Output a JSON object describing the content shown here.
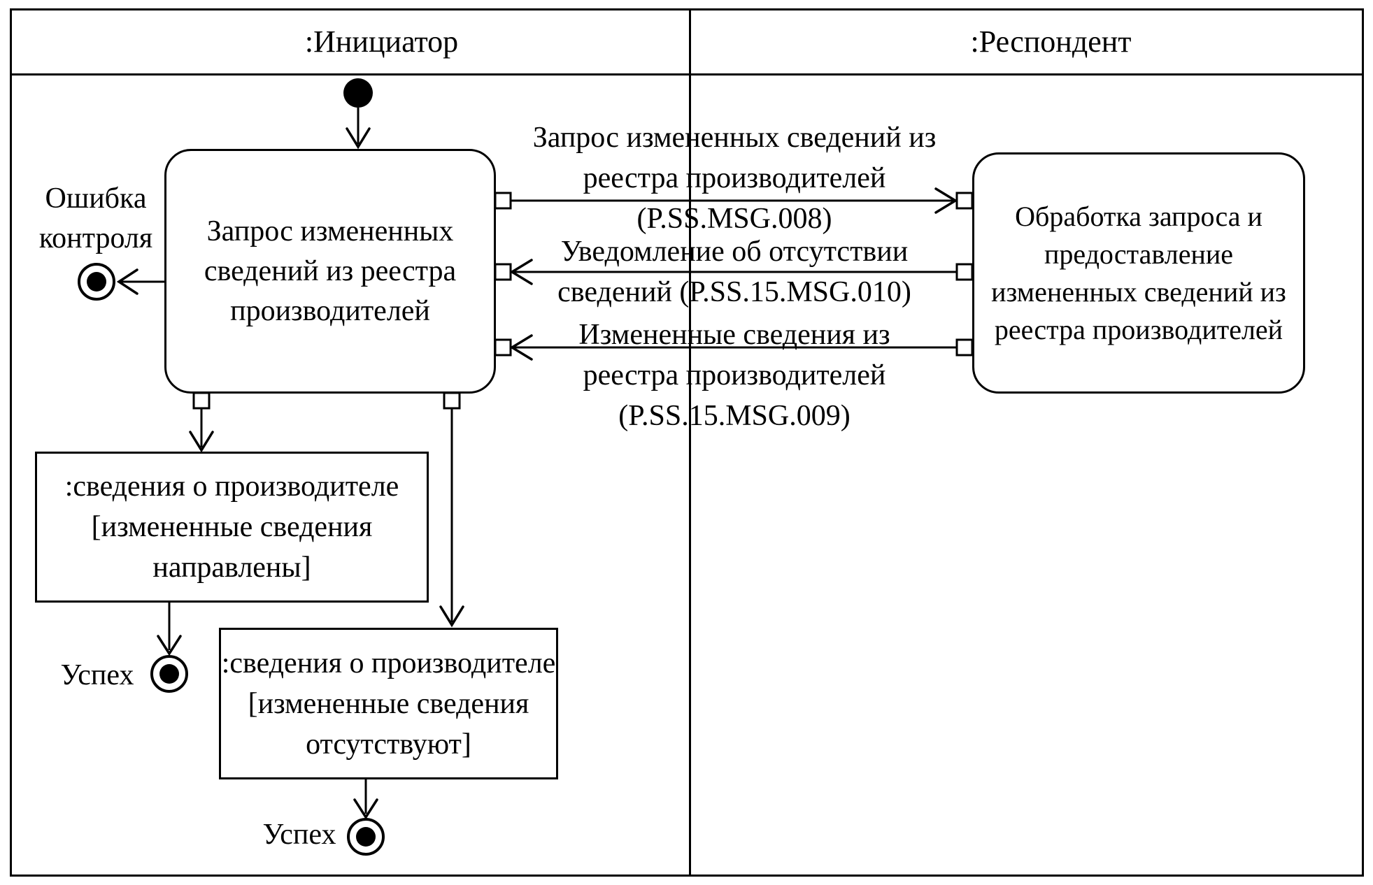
{
  "diagram": {
    "lanes": [
      {
        "title": ":Инициатор"
      },
      {
        "title": ":Респондент"
      }
    ],
    "nodes": {
      "initiator_activity": {
        "lines": [
          "Запрос измененных",
          "сведений из реестра",
          "производителей"
        ]
      },
      "respondent_activity": {
        "lines": [
          "Обработка запроса и",
          "предоставление",
          "измененных сведений из",
          "реестра производителей"
        ]
      },
      "object1": {
        "lines": [
          ":сведения о производителе",
          "[измененные сведения",
          "направлены]"
        ]
      },
      "object2": {
        "lines": [
          ":сведения о производителе",
          "[измененные сведения",
          "отсутствуют]"
        ]
      }
    },
    "labels": {
      "error": {
        "lines": [
          "Ошибка",
          "контроля"
        ]
      },
      "success1": "Успех",
      "success2": "Успех"
    },
    "messages": [
      {
        "direction": "initiator-to-respondent",
        "lines": [
          "Запрос измененных сведений из",
          "реестра производителей",
          "(P.SS.MSG.008)"
        ]
      },
      {
        "direction": "respondent-to-initiator",
        "lines": [
          "Уведомление об отсутствии",
          "сведений (P.SS.15.MSG.010)"
        ]
      },
      {
        "direction": "respondent-to-initiator",
        "lines": [
          "Измененные сведения из",
          "реестра производителей",
          "(P.SS.15.MSG.009)"
        ]
      }
    ],
    "colors": {
      "stroke": "#000000",
      "background": "#ffffff"
    }
  }
}
